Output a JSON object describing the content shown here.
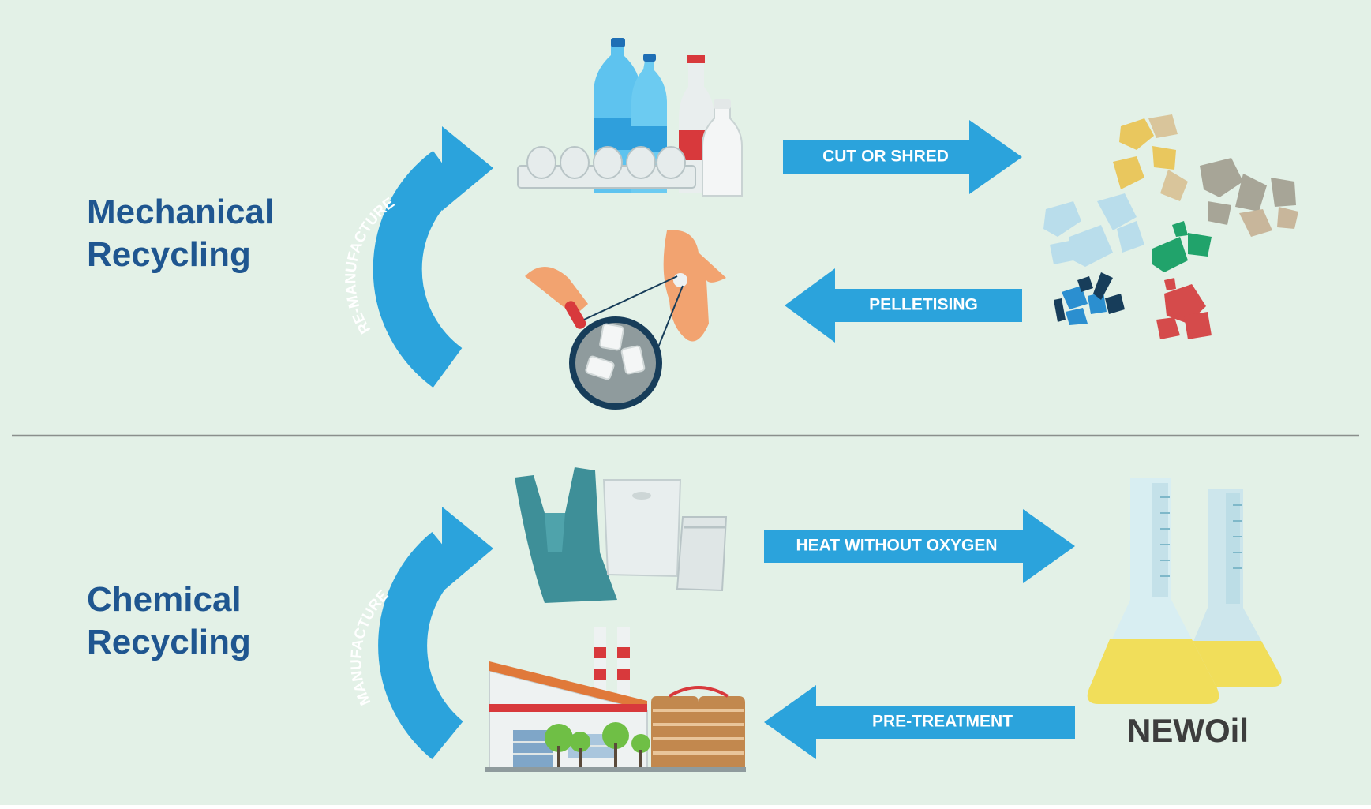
{
  "sections": {
    "mechanical": {
      "title_line1": "Mechanical",
      "title_line2": "Recycling",
      "cycle_label": "RE-MANUFACTURE",
      "forward_step": "CUT OR SHRED",
      "return_step": "PELLETISING"
    },
    "chemical": {
      "title_line1": "Chemical",
      "title_line2": "Recycling",
      "cycle_label": "MANUFACTURE",
      "forward_step": "HEAT WITHOUT OXYGEN",
      "return_step": "PRE-TREATMENT",
      "brand": "NEWOil"
    }
  },
  "colors": {
    "background": "#e3f1e7",
    "title": "#1f5690",
    "arrow": "#2ba3dc",
    "oil": "#f1de5a",
    "divider": "#8a8f8c"
  },
  "icons": [
    "bottles-and-egg-tray-icon",
    "plastic-flakes-icon",
    "magnified-pellets-icon",
    "plastic-bags-icon",
    "oil-flasks-icon",
    "factory-icon"
  ]
}
